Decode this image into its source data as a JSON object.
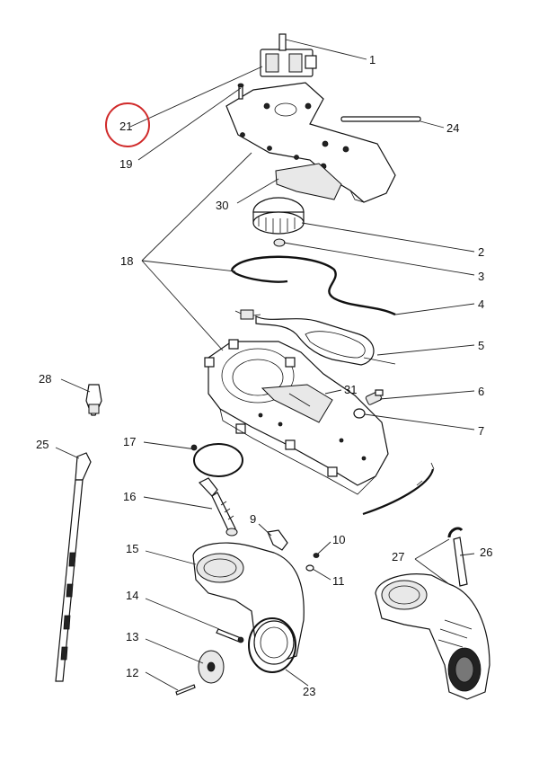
{
  "diagram": {
    "highlight_color": "#d02a2a",
    "labels": {
      "p1": "1",
      "p2": "2",
      "p3": "3",
      "p4": "4",
      "p5": "5",
      "p6": "6",
      "p7": "7",
      "p9": "9",
      "p10": "10",
      "p11": "11",
      "p12": "12",
      "p13": "13",
      "p14": "14",
      "p15": "15",
      "p16": "16",
      "p17": "17",
      "p18": "18",
      "p19": "19",
      "p21": "21",
      "p23": "23",
      "p24": "24",
      "p25": "25",
      "p26": "26",
      "p27": "27",
      "p28": "28",
      "p30": "30",
      "p31": "31"
    }
  }
}
